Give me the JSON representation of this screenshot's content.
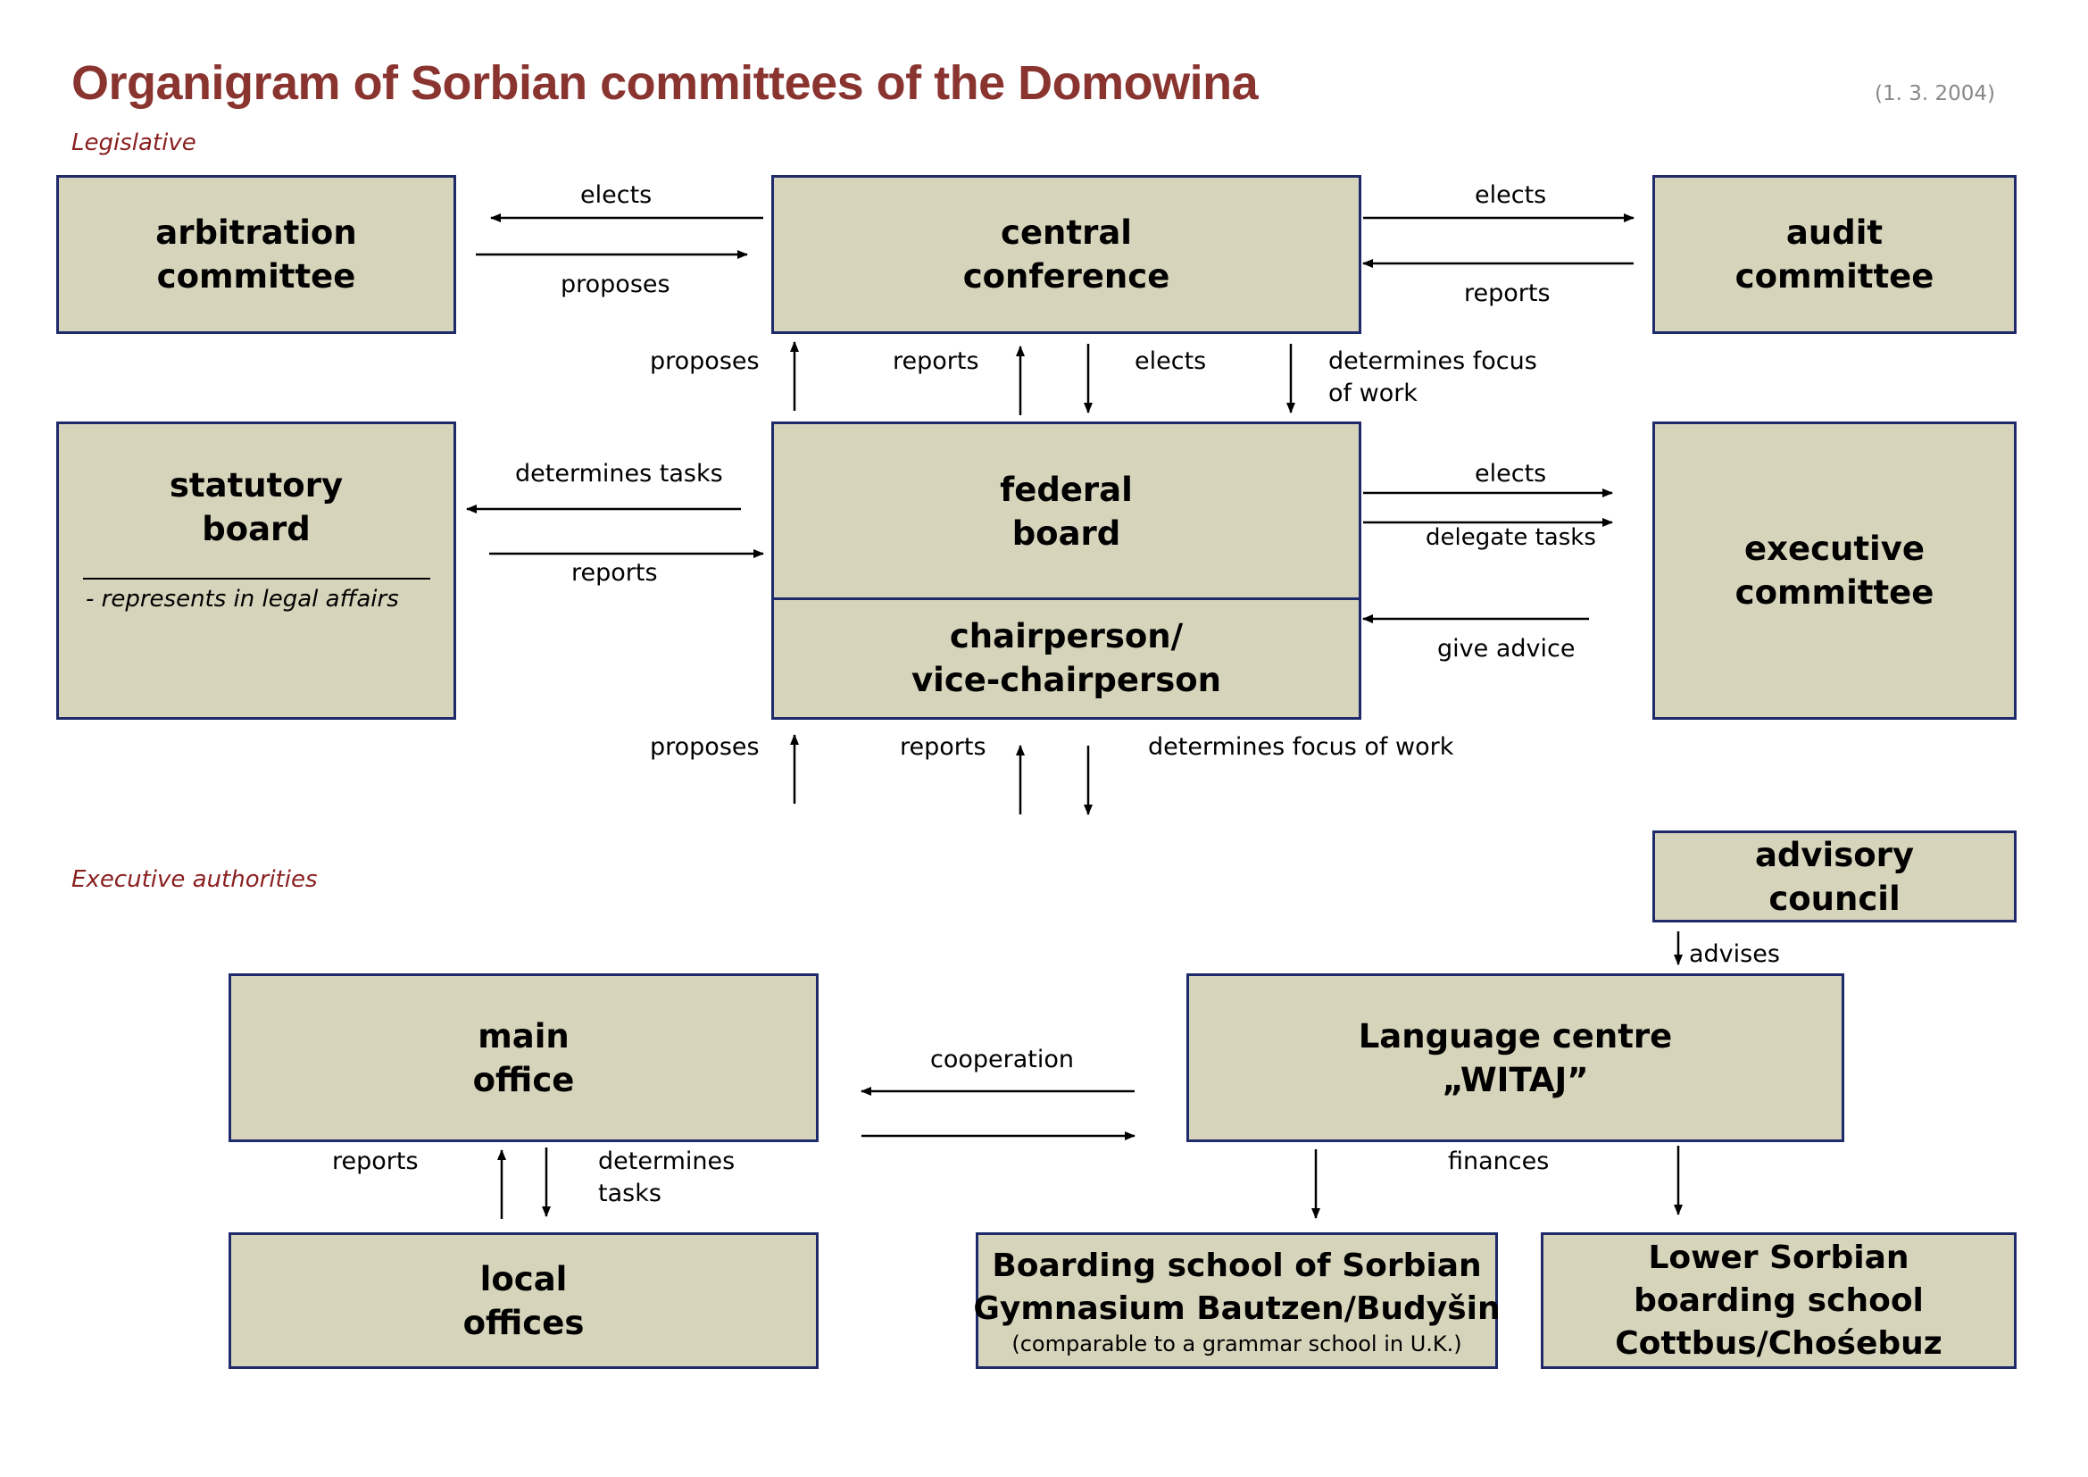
{
  "title": "Organigram of Sorbian committees of the Domowina",
  "date": "(1. 3. 2004)",
  "sections": {
    "legislative": "Legislative",
    "executive": "Executive authorities"
  },
  "boxes": {
    "arbitration": [
      "arbitration",
      "committee"
    ],
    "central_conference": [
      "central",
      "conference"
    ],
    "audit": [
      "audit",
      "committee"
    ],
    "statutory": [
      "statutory",
      "board"
    ],
    "statutory_note": "- represents in legal affairs",
    "federal_board": [
      "federal",
      "board"
    ],
    "chairperson": [
      "chairperson/",
      "vice-chairperson"
    ],
    "executive": [
      "executive",
      "committee"
    ],
    "advisory": [
      "advisory",
      "council"
    ],
    "main_office": [
      "main",
      "office"
    ],
    "language_centre": [
      "Language centre",
      "„WITAJ”"
    ],
    "local_offices": [
      "local",
      "offices"
    ],
    "boarding_bautzen": [
      "Boarding school of Sorbian",
      "Gymnasium Bautzen/Budyšin"
    ],
    "boarding_bautzen_note": "(comparable to a grammar school in U.K.)",
    "boarding_cottbus": [
      "Lower Sorbian",
      "boarding school",
      "Cottbus/Chośebuz"
    ]
  },
  "labels": {
    "arb_elects": "elects",
    "arb_proposes": "proposes",
    "audit_elects": "elects",
    "audit_reports": "reports",
    "cc_proposes": "proposes",
    "cc_reports": "reports",
    "cc_elects": "elects",
    "cc_focus_1": "determines focus",
    "cc_focus_2": "of work",
    "stat_tasks": "determines tasks",
    "stat_reports": "reports",
    "exec_elects": "elects",
    "exec_delegate": "delegate tasks",
    "exec_advice": "give advice",
    "fb_proposes": "proposes",
    "fb_reports": "reports",
    "fb_focus": "determines focus of work",
    "advises": "advises",
    "cooperation": "cooperation",
    "mo_reports": "reports",
    "mo_tasks_1": "determines",
    "mo_tasks_2": "tasks",
    "finances": "finances"
  },
  "colors": {
    "title": "#8a3430",
    "section": "#8a1f1f",
    "box_fill": "#d6d4bb",
    "box_border": "#1f2a6b"
  }
}
